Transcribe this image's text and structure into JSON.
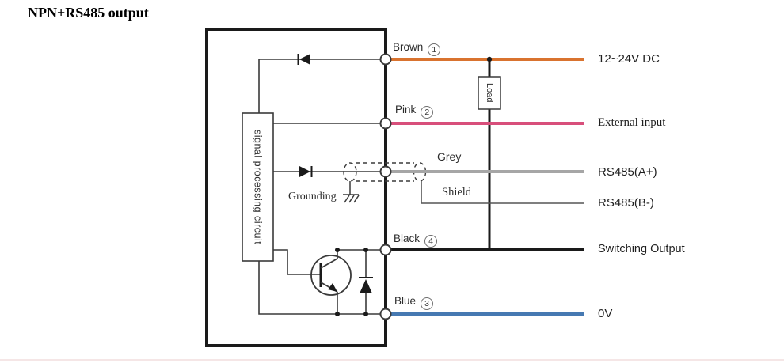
{
  "title": "NPN+RS485 output",
  "device": {
    "signal_box_label": "signal processing circuit",
    "load_label": "Load",
    "grounding_label": "Grounding"
  },
  "wires": {
    "brown": {
      "label": "Brown",
      "number": "1",
      "terminal": "12~24V DC",
      "color": "#D9732F"
    },
    "pink": {
      "label": "Pink",
      "number": "2",
      "terminal": "External input",
      "color": "#D84F7B"
    },
    "grey": {
      "label": "Grey",
      "terminal": "RS485(A+)",
      "color": "#A6A6A6"
    },
    "shield": {
      "label": "Shield",
      "terminal": "RS485(B-)",
      "color": "#555555"
    },
    "black": {
      "label": "Black",
      "number": "4",
      "terminal": "Switching Output",
      "color": "#1A1A1A"
    },
    "blue": {
      "label": "Blue",
      "number": "3",
      "terminal": "0V",
      "color": "#4679B2"
    }
  },
  "colors": {
    "outline": "#1A1A1A",
    "inner_line": "#3A3A3A",
    "divider": "#F5E6E6"
  }
}
